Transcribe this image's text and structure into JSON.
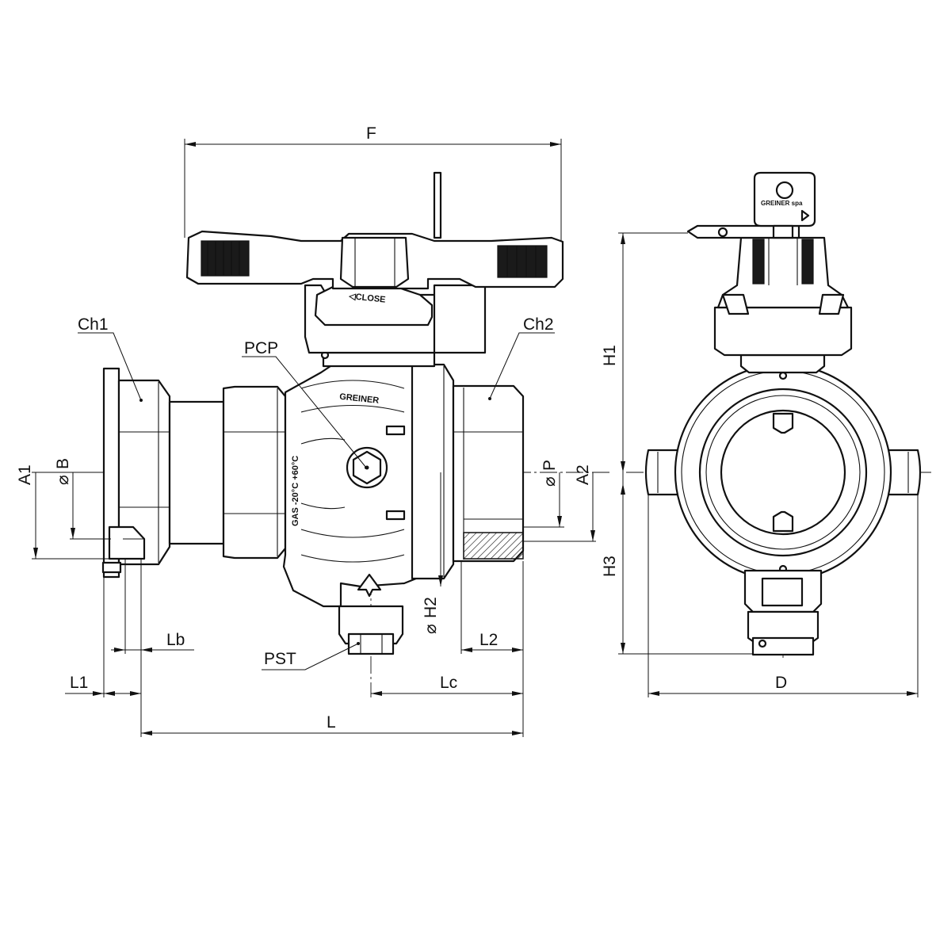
{
  "labels": {
    "F": "F",
    "Ch1": "Ch1",
    "Ch2": "Ch2",
    "PCP": "PCP",
    "A1": "A1",
    "B": "B",
    "P": "P",
    "A2": "A2",
    "H2": "H2",
    "Lb": "Lb",
    "L2": "L2",
    "PST": "PST",
    "L1": "L1",
    "Lc": "Lc",
    "L": "L",
    "H1": "H1",
    "H3": "H3",
    "D": "D",
    "diameter_symbol": "⌀"
  },
  "body_markings": {
    "handle_text": "◁CLOSE",
    "brand": "GREINER",
    "side_text": "GAS -20°C +60°C",
    "key_brand": "GREINER spa"
  },
  "colors": {
    "line": "#111111",
    "background": "#ffffff"
  }
}
